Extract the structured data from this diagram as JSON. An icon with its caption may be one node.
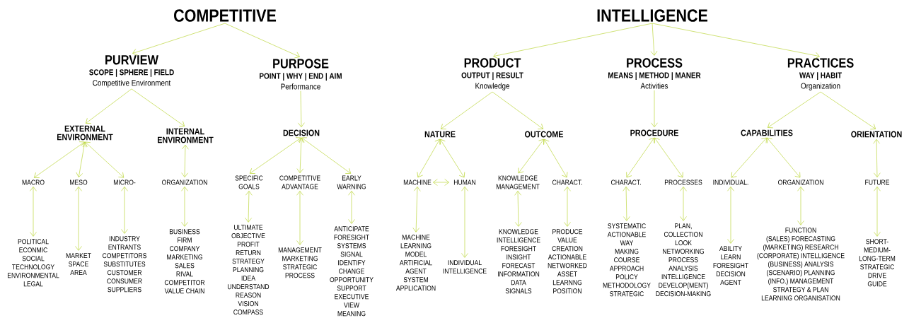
{
  "diagram": {
    "nodes": [
      {
        "text": [
          "COMPETITIVE"
        ]
      },
      {
        "text": [
          "INTELLIGENCE"
        ]
      },
      {
        "text": [
          "PURVIEW",
          "SCOPE | SPHERE | FIELD",
          "Competitive Environment"
        ]
      },
      {
        "text": [
          "PURPOSE",
          "POINT | WHY | END | AIM",
          "Performance"
        ]
      },
      {
        "text": [
          "PRODUCT",
          "OUTPUT | RESULT",
          "Knowledge"
        ]
      },
      {
        "text": [
          "PROCESS",
          "MEANS | METHOD | MANER",
          "Activities"
        ]
      },
      {
        "text": [
          "PRACTICES",
          "WAY | HABIT",
          "Organization"
        ]
      },
      {
        "text": [
          "EXTERNAL ENVIRONMENT"
        ]
      },
      {
        "text": [
          "INTERNAL ENVIRONMENT"
        ]
      },
      {
        "text": [
          "DECISION"
        ]
      },
      {
        "text": [
          "NATURE"
        ]
      },
      {
        "text": [
          "OUTCOME"
        ]
      },
      {
        "text": [
          "PROCEDURE"
        ]
      },
      {
        "text": [
          "CAPABILITIES"
        ]
      },
      {
        "text": [
          "ORIENTATION"
        ]
      },
      {
        "text": [
          "MACRO"
        ]
      },
      {
        "text": [
          "MESO"
        ]
      },
      {
        "text": [
          "MICRO-"
        ]
      },
      {
        "text": [
          "ORGANIZATION"
        ]
      },
      {
        "text": [
          "SPECIFIC GOALS"
        ]
      },
      {
        "text": [
          "COMPETITIVE ADVANTAGE"
        ]
      },
      {
        "text": [
          "EARLY WARNING"
        ]
      },
      {
        "text": [
          "MACHINE"
        ]
      },
      {
        "text": [
          "HUMAN"
        ]
      },
      {
        "text": [
          "KNOWLEDGE MANAGEMENT"
        ]
      },
      {
        "text": [
          "CHARACT."
        ]
      },
      {
        "text": [
          "CHARACT."
        ]
      },
      {
        "text": [
          "PROCESSES"
        ]
      },
      {
        "text": [
          "INDIVIDUAL."
        ]
      },
      {
        "text": [
          "ORGANIZATION"
        ]
      },
      {
        "text": [
          "FUTURE"
        ]
      },
      {
        "text": [
          "POLITICAL",
          "ECONMIC",
          "SOCIAL",
          "TECHNOLOGY",
          "ENVIRONMENTAL",
          "LEGAL"
        ]
      },
      {
        "text": [
          "MARKET",
          "SPACE",
          "AREA"
        ]
      },
      {
        "text": [
          "INDUSTRY",
          "ENTRANTS",
          "COMPETITORS",
          "SUBSTITUTES",
          "CUSTOMER",
          "CONSUMER",
          "SUPPLIERS"
        ]
      },
      {
        "text": [
          "BUSINESS",
          "FIRM",
          "COMPANY",
          "MARKETING",
          "SALES",
          "RIVAL",
          "COMPETITOR",
          "VALUE CHAIN"
        ]
      },
      {
        "text": [
          "ULTIMATE",
          "OBJECTIVE",
          "PROFIT",
          "RETURN",
          "STRATEGY",
          "PLANNING",
          "IDEA",
          "UNDERSTAND",
          "REASON",
          "VISION",
          "COMPASS"
        ]
      },
      {
        "text": [
          "MANAGEMENT",
          "MARKETING",
          "STRATEGIC",
          "PROCESS"
        ]
      },
      {
        "text": [
          "ANTICIPATE",
          "FORESIGHT",
          "SYSTEMS",
          "SIGNAL",
          "IDENTIFY",
          "CHANGE",
          "OPPORTUNITY",
          "SUPPORT",
          "EXECUTIVE",
          "VIEW",
          "MEANING"
        ]
      },
      {
        "text": [
          "MACHINE",
          "LEARNING",
          "MODEL",
          "ARTIFICIAL",
          "AGENT",
          "SYSTEM",
          "APPLICATION"
        ]
      },
      {
        "text": [
          "INDIVIDUAL",
          "INTELLIGENCE"
        ]
      },
      {
        "text": [
          "KNOWLEDGE",
          "INTELLIGENCE",
          "FORESIGHT",
          "INSIGHT",
          "FORECAST",
          "INFORMATION",
          "DATA",
          "SIGNALS"
        ]
      },
      {
        "text": [
          "PRODUCE",
          "VALUE",
          "CREATION",
          "ACTIONABLE",
          "NETWORKED",
          "ASSET",
          "LEARNNG",
          "POSITION"
        ]
      },
      {
        "text": [
          "SYSTEMATIC",
          "ACTIONABLE",
          "WAY",
          "MAKING",
          "COURSE",
          "APPROACH",
          "POLICY",
          "METHODOLOGY",
          "STRATEGIC"
        ]
      },
      {
        "text": [
          "PLAN,",
          "COLLECTION",
          "LOOK",
          "NETWORKING",
          "PROCESS",
          "ANALYSIS",
          "INTELLIGENCE",
          "DEVELOP(MENT)",
          "DECISION-MAKING"
        ]
      },
      {
        "text": [
          "ABILITY",
          "LEARN",
          "FORESIGHT",
          "DECISION",
          "AGENT"
        ]
      },
      {
        "text": [
          "FUNCTION",
          "(SALES) FORECASTING",
          "(MARKETING) RESEARCH",
          "(CORPORATE) INTELLIGENCE",
          "(BUSINESS) ANALYSIS",
          "(SCENARIO) PLANNING",
          "(INFO.) MANAGEMENT",
          "STRATEGY & PLAN",
          "LEARNING ORGANISATION"
        ]
      },
      {
        "text": [
          "SHORT-",
          "MEDIUM-",
          "LONG-TERM",
          "STRATEGIC",
          "DRIVE",
          "GUIDE"
        ]
      }
    ],
    "edges": [
      {
        "from": 0,
        "to": 2,
        "arrow": "to"
      },
      {
        "from": 0,
        "to": 3,
        "arrow": "to"
      },
      {
        "from": 1,
        "to": 4,
        "arrow": "to"
      },
      {
        "from": 1,
        "to": 5,
        "arrow": "to"
      },
      {
        "from": 1,
        "to": 6,
        "arrow": "to"
      },
      {
        "from": 2,
        "to": 7,
        "arrow": "to"
      },
      {
        "from": 2,
        "to": 8,
        "arrow": "to"
      },
      {
        "from": 3,
        "to": 9,
        "arrow": "to"
      },
      {
        "from": 4,
        "to": 10,
        "arrow": "to"
      },
      {
        "from": 4,
        "to": 11,
        "arrow": "to"
      },
      {
        "from": 5,
        "to": 12,
        "arrow": "to"
      },
      {
        "from": 6,
        "to": 13,
        "arrow": "to"
      },
      {
        "from": 6,
        "to": 14,
        "arrow": "to"
      },
      {
        "from": 7,
        "to": 15,
        "arrow": "both"
      },
      {
        "from": 7,
        "to": 16,
        "arrow": "both"
      },
      {
        "from": 7,
        "to": 17,
        "arrow": "both"
      },
      {
        "from": 8,
        "to": 18,
        "arrow": "both"
      },
      {
        "from": 9,
        "to": 19,
        "arrow": "both"
      },
      {
        "from": 9,
        "to": 20,
        "arrow": "both"
      },
      {
        "from": 9,
        "to": 21,
        "arrow": "both"
      },
      {
        "from": 10,
        "to": 22,
        "arrow": "both"
      },
      {
        "from": 10,
        "to": 23,
        "arrow": "both"
      },
      {
        "from": 11,
        "to": 24,
        "arrow": "both"
      },
      {
        "from": 11,
        "to": 25,
        "arrow": "both"
      },
      {
        "from": 12,
        "to": 26,
        "arrow": "both"
      },
      {
        "from": 12,
        "to": 27,
        "arrow": "both"
      },
      {
        "from": 13,
        "to": 28,
        "arrow": "both"
      },
      {
        "from": 13,
        "to": 29,
        "arrow": "both"
      },
      {
        "from": 14,
        "to": 30,
        "arrow": "both"
      },
      {
        "from": 22,
        "to": 23,
        "arrow": "both"
      },
      {
        "from": 15,
        "to": 31,
        "arrow": "both"
      },
      {
        "from": 16,
        "to": 32,
        "arrow": "both"
      },
      {
        "from": 17,
        "to": 33,
        "arrow": "both"
      },
      {
        "from": 18,
        "to": 34,
        "arrow": "both"
      },
      {
        "from": 19,
        "to": 35,
        "arrow": "both"
      },
      {
        "from": 20,
        "to": 36,
        "arrow": "both"
      },
      {
        "from": 21,
        "to": 37,
        "arrow": "both"
      },
      {
        "from": 22,
        "to": 38,
        "arrow": "both"
      },
      {
        "from": 23,
        "to": 39,
        "arrow": "both"
      },
      {
        "from": 24,
        "to": 40,
        "arrow": "both"
      },
      {
        "from": 25,
        "to": 41,
        "arrow": "both"
      },
      {
        "from": 26,
        "to": 42,
        "arrow": "both"
      },
      {
        "from": 27,
        "to": 43,
        "arrow": "both"
      },
      {
        "from": 28,
        "to": 44,
        "arrow": "both"
      },
      {
        "from": 29,
        "to": 45,
        "arrow": "both"
      },
      {
        "from": 30,
        "to": 46,
        "arrow": "both"
      }
    ]
  }
}
